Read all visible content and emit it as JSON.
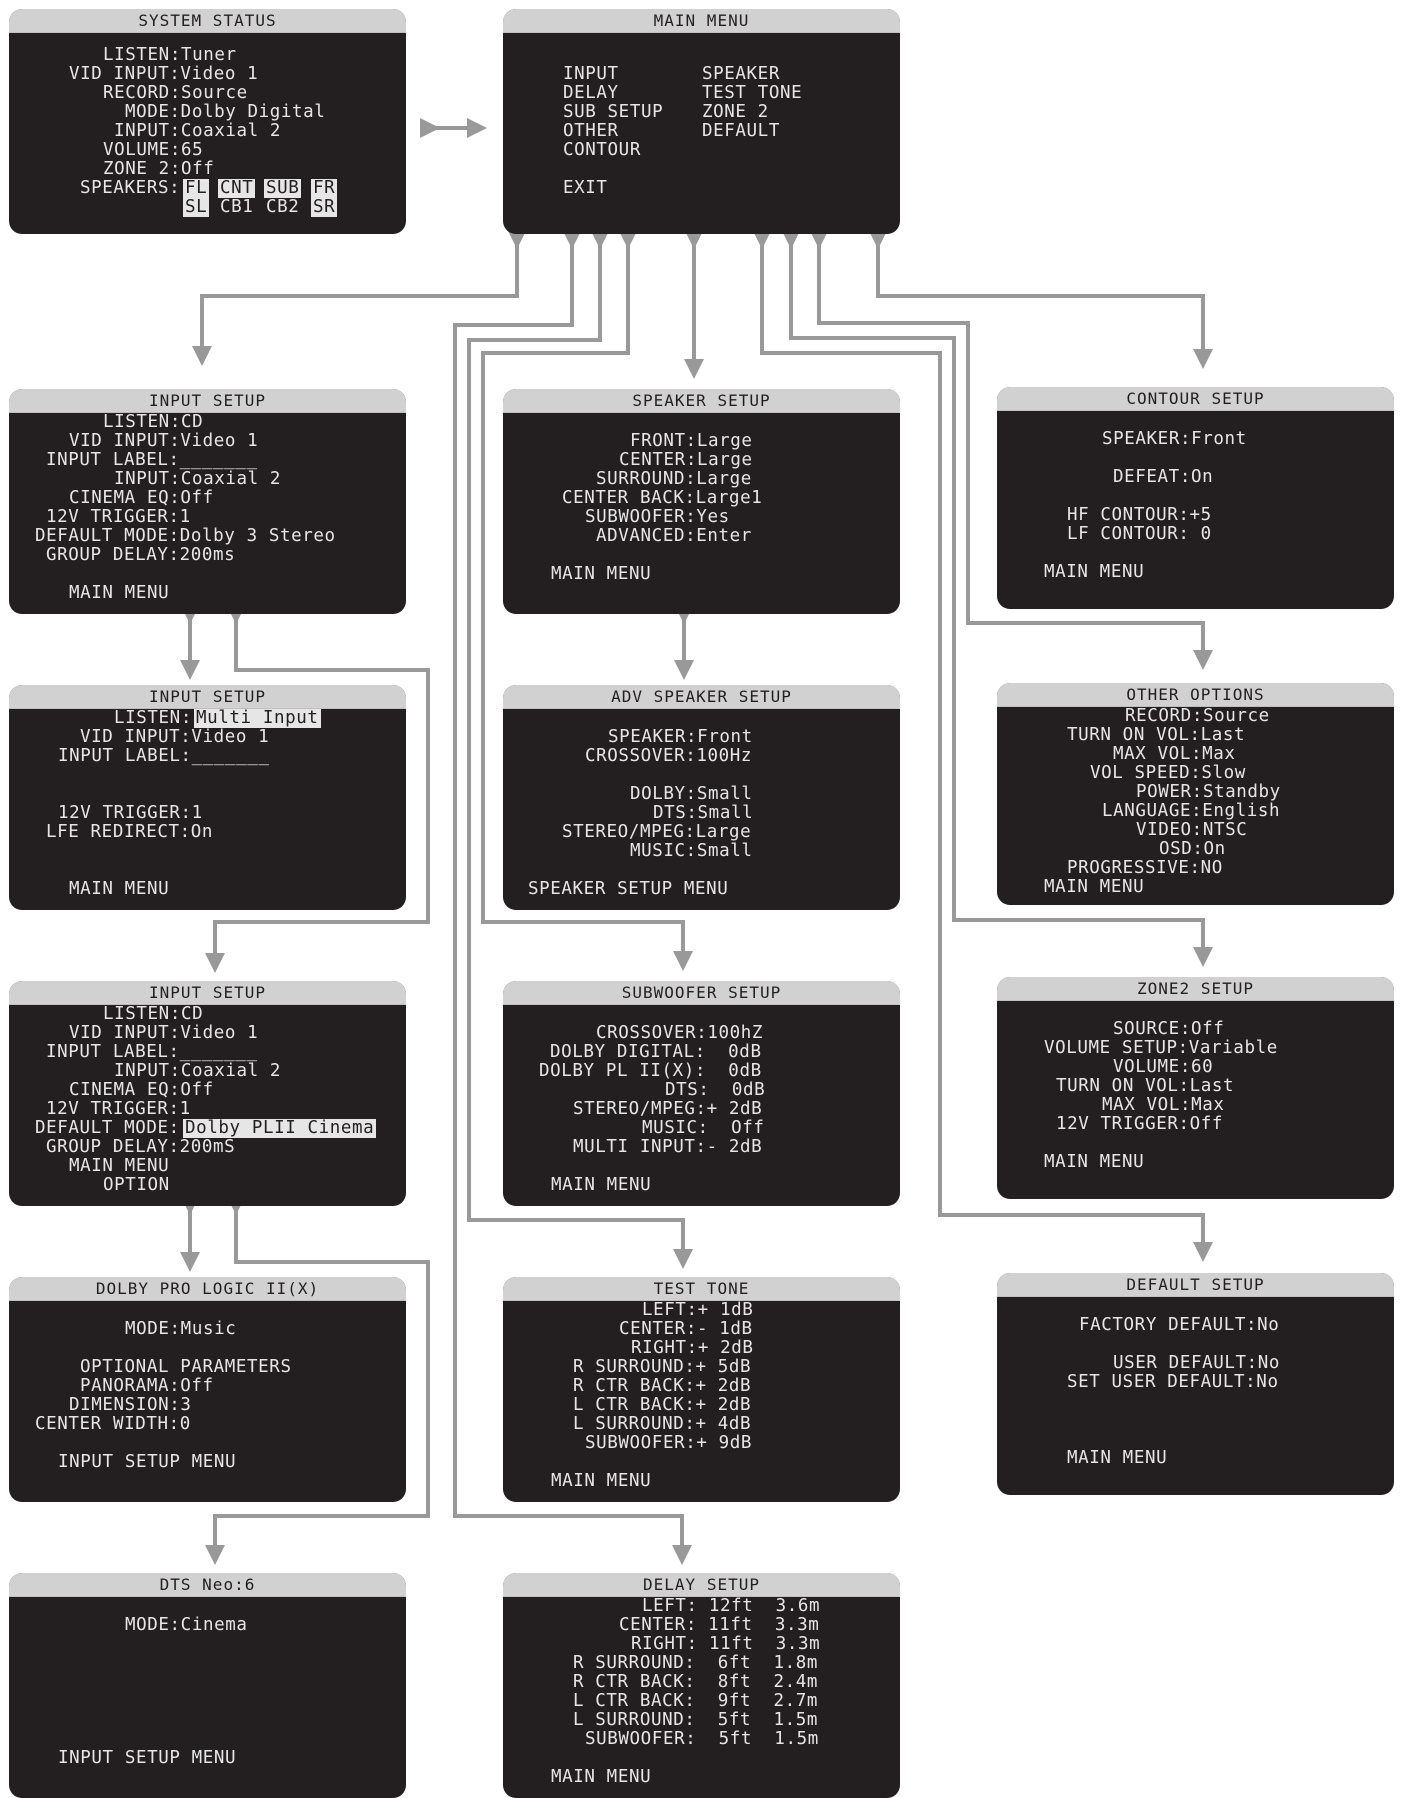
{
  "colors": {
    "panel": "#231f20",
    "title_bar": "#d1d1d1",
    "text": "#e6e6e6",
    "connector": "#999999"
  },
  "panels": {
    "system_status": {
      "title": "SYSTEM STATUS",
      "lines": [
        "LISTEN:Tuner",
        "VID INPUT:Video 1",
        "RECORD:Source",
        "MODE:Dolby Digital",
        "INPUT:Coaxial 2",
        "VOLUME:65",
        "ZONE 2:Off",
        "SPEAKERS:"
      ],
      "speakers_row1": [
        "FL",
        "CNT",
        "SUB",
        "FR"
      ],
      "speakers_row2": [
        "SL",
        "CB1",
        "CB2",
        "SR"
      ]
    },
    "main_menu": {
      "title": "MAIN MENU",
      "col1": [
        "INPUT",
        "DELAY",
        "SUB SETUP",
        "OTHER",
        "CONTOUR"
      ],
      "col2": [
        "SPEAKER",
        "TEST TONE",
        "ZONE 2",
        "DEFAULT"
      ],
      "exit": "EXIT"
    },
    "input_setup_1": {
      "title": "INPUT SETUP",
      "lines": [
        "LISTEN:CD",
        "VID INPUT:Video 1",
        "INPUT LABEL:_______",
        "INPUT:Coaxial 2",
        "CINEMA EQ:Off",
        "12V TRIGGER:1",
        "DEFAULT MODE:Dolby 3 Stereo",
        "GROUP DELAY:200ms"
      ],
      "footer": "MAIN MENU"
    },
    "input_setup_2": {
      "title": "INPUT SETUP",
      "listen_label": "LISTEN:",
      "listen_value": "Multi Input",
      "lines": [
        "VID INPUT:Video 1",
        "INPUT LABEL:_______",
        "12V TRIGGER:1",
        "LFE REDIRECT:On"
      ],
      "footer": "MAIN MENU"
    },
    "input_setup_3": {
      "title": "INPUT SETUP",
      "lines": [
        "LISTEN:CD",
        "VID INPUT:Video 1",
        "INPUT LABEL:_______",
        "INPUT:Coaxial 2",
        "CINEMA EQ:Off",
        "12V TRIGGER:1"
      ],
      "mode_label": "DEFAULT MODE:",
      "mode_value": "Dolby PLII Cinema",
      "group_delay": "GROUP DELAY:200mS",
      "footer1": "MAIN MENU",
      "footer2": "OPTION"
    },
    "dolby_pl": {
      "title": "DOLBY PRO LOGIC II(X)",
      "lines": [
        "MODE:Music",
        "OPTIONAL PARAMETERS",
        "PANORAMA:Off",
        "DIMENSION:3",
        "CENTER WIDTH:0"
      ],
      "footer": "INPUT SETUP MENU"
    },
    "dts_neo": {
      "title": "DTS Neo:6",
      "lines": [
        "MODE:Cinema"
      ],
      "footer": "INPUT SETUP MENU"
    },
    "speaker_setup": {
      "title": "SPEAKER SETUP",
      "lines": [
        "FRONT:Large",
        "CENTER:Large",
        "SURROUND:Large",
        "CENTER BACK:Large1",
        "SUBWOOFER:Yes",
        "ADVANCED:Enter"
      ],
      "footer": "MAIN MENU"
    },
    "adv_speaker": {
      "title": "ADV SPEAKER SETUP",
      "lines": [
        "SPEAKER:Front",
        "CROSSOVER:100Hz",
        "DOLBY:Small",
        "DTS:Small",
        "STEREO/MPEG:Large",
        "MUSIC:Small"
      ],
      "footer": "SPEAKER SETUP MENU"
    },
    "subwoofer": {
      "title": "SUBWOOFER SETUP",
      "lines": [
        "CROSSOVER:100hZ",
        "DOLBY DIGITAL:  0dB",
        "DOLBY PL II(X):  0dB",
        "DTS:  0dB",
        "STEREO/MPEG:+ 2dB",
        "MUSIC:  Off",
        "MULTI INPUT:- 2dB"
      ],
      "footer": "MAIN MENU"
    },
    "test_tone": {
      "title": "TEST TONE",
      "lines": [
        "LEFT:+ 1dB",
        "CENTER:- 1dB",
        "RIGHT:+ 2dB",
        "R SURROUND:+ 5dB",
        "R CTR BACK:+ 2dB",
        "L CTR BACK:+ 2dB",
        "L SURROUND:+ 4dB",
        "SUBWOOFER:+ 9dB"
      ],
      "footer": "MAIN MENU"
    },
    "delay_setup": {
      "title": "DELAY SETUP",
      "lines": [
        "LEFT: 12ft  3.6m",
        "CENTER: 11ft  3.3m",
        "RIGHT: 11ft  3.3m",
        "R SURROUND:  6ft  1.8m",
        "R CTR BACK:  8ft  2.4m",
        "L CTR BACK:  9ft  2.7m",
        "L SURROUND:  5ft  1.5m",
        "SUBWOOFER:  5ft  1.5m"
      ],
      "footer": "MAIN MENU"
    },
    "contour": {
      "title": "CONTOUR SETUP",
      "lines": [
        "SPEAKER:Front",
        "DEFEAT:On",
        "HF CONTOUR:+5",
        "LF CONTOUR: 0"
      ],
      "footer": "MAIN MENU"
    },
    "other_options": {
      "title": "OTHER OPTIONS",
      "lines": [
        "RECORD:Source",
        "TURN ON VOL:Last",
        "MAX VOL:Max",
        "VOL SPEED:Slow",
        "POWER:Standby",
        "LANGUAGE:English",
        "VIDEO:NTSC",
        "OSD:On",
        "PROGRESSIVE:NO"
      ],
      "footer": "MAIN MENU"
    },
    "zone2": {
      "title": "ZONE2 SETUP",
      "lines": [
        "SOURCE:Off",
        "VOLUME SETUP:Variable",
        "VOLUME:60",
        "TURN ON VOL:Last",
        "MAX VOL:Max",
        "12V TRIGGER:Off"
      ],
      "footer": "MAIN MENU"
    },
    "default_setup": {
      "title": "DEFAULT SETUP",
      "lines": [
        "FACTORY DEFAULT:No",
        "USER DEFAULT:No",
        "SET USER DEFAULT:No"
      ],
      "footer": "MAIN MENU"
    }
  }
}
